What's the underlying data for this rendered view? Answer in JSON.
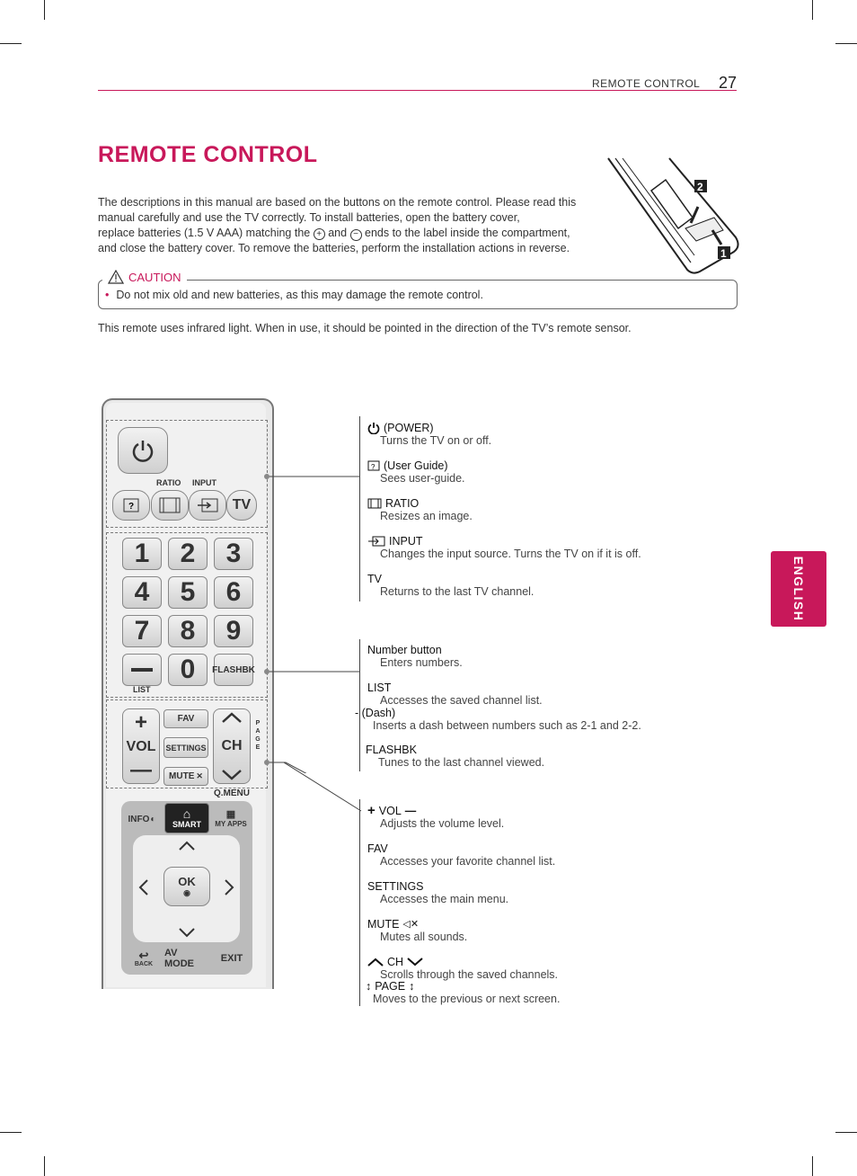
{
  "header": {
    "section": "REMOTE CONTROL",
    "page_number": "27"
  },
  "title": "REMOTE CONTROL",
  "intro": [
    "The descriptions in this manual are based on the buttons on the remote control.  Please read this",
    "manual carefully and use the TV correctly. To install batteries, open the battery cover,",
    "replace batteries (1.5 V AAA) matching the ",
    " and ",
    " ends to the label inside the compartment,",
    "and close the battery cover. To remove the batteries, perform the installation actions in reverse."
  ],
  "battery_labels": [
    "2",
    "1"
  ],
  "caution": {
    "label": "CAUTION",
    "item": "Do not mix old and new batteries, as this may damage the remote control."
  },
  "ir_text": "This remote uses infrared light. When in use, it should be pointed in the direction of the TV’s remote sensor.",
  "side_tab": "ENGLISH",
  "remote": {
    "labels": {
      "ratio": "RATIO",
      "input": "INPUT",
      "tv": "TV",
      "list": "LIST",
      "flashbk": "FLASHBK",
      "fav": "FAV",
      "vol": "VOL",
      "ch": "CH",
      "settings": "SETTINGS",
      "mute": "MUTE",
      "page": "PAGE",
      "qmenu": "Q.MENU",
      "info": "INFO",
      "smart": "SMART",
      "myapps": "MY APPS",
      "ok": "OK",
      "back": "BACK",
      "avmode": "AV MODE",
      "exit": "EXIT"
    },
    "numbers": [
      "1",
      "2",
      "3",
      "4",
      "5",
      "6",
      "7",
      "8",
      "9",
      "0"
    ]
  },
  "group1": [
    {
      "name": "(POWER)",
      "text": "Turns the TV on or off.",
      "icon": "power-icon"
    },
    {
      "name": "(User Guide)",
      "text": "Sees user-guide.",
      "icon": "user-guide-icon"
    },
    {
      "name": "RATIO",
      "text": "Resizes an image.",
      "icon": "ratio-icon"
    },
    {
      "name": "INPUT",
      "text": "Changes the input source. Turns the TV on if it is off.",
      "icon": "input-icon"
    },
    {
      "name": "TV",
      "text": "Returns to the last TV channel.",
      "icon": ""
    }
  ],
  "group2": [
    {
      "name": "Number button",
      "text": "Enters numbers."
    },
    {
      "name": "LIST",
      "text": "Accesses the saved channel list."
    },
    {
      "name": "- (Dash)",
      "text": "Inserts a dash between numbers such as 2-1 and 2-2."
    },
    {
      "name": "FLASHBK",
      "text": "Tunes to the last channel viewed."
    }
  ],
  "group3": [
    {
      "name": "VOL",
      "text": "Adjusts the volume level.",
      "icon": "plus-minus-icon"
    },
    {
      "name": "FAV",
      "text": "Accesses your favorite channel list."
    },
    {
      "name": "SETTINGS",
      "text": "Accesses the main menu."
    },
    {
      "name": "MUTE",
      "text": "Mutes all sounds.",
      "icon": "mute-icon"
    },
    {
      "name": "CH",
      "text": "Scrolls through the saved channels.",
      "icon": "chevron-icon"
    },
    {
      "name": "PAGE",
      "text": "Moves to the previous or next screen.",
      "icon": "page-arrow-icon"
    }
  ]
}
